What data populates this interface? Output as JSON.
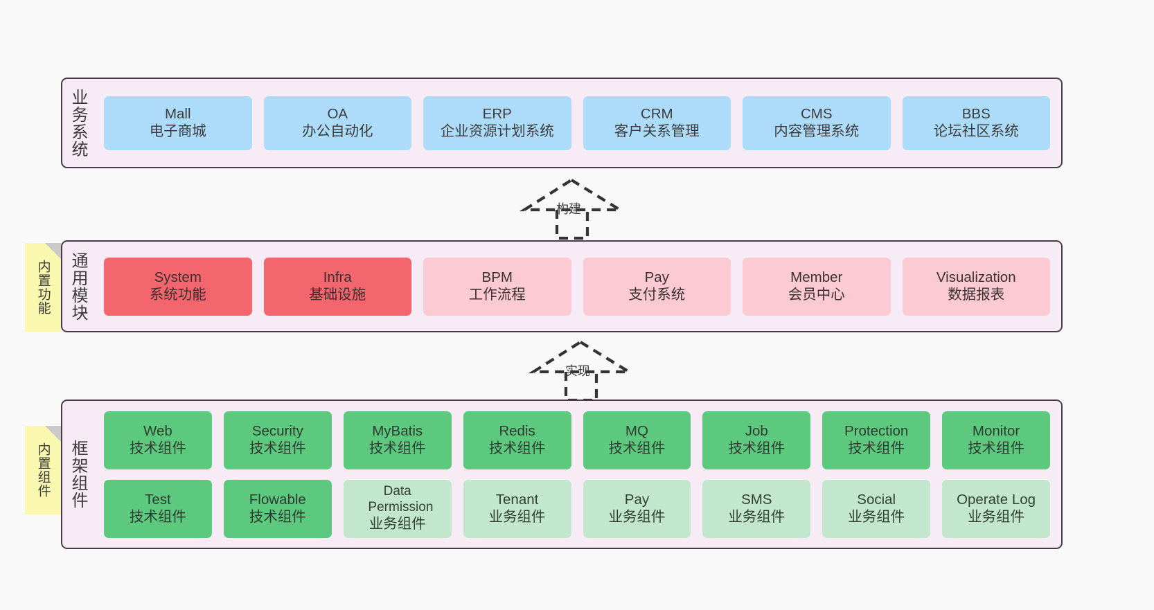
{
  "diagram": {
    "title_hidden": "",
    "colors": {
      "background": "#F9F9F9",
      "layer_fill": "#F7ECF6",
      "layer_border": "#4A3B46",
      "blue": "#ADDCFB",
      "red": "#F4666E",
      "pink": "#FBCAD3",
      "green": "#5CC97E",
      "green_light": "#C2E7CC",
      "note_yellow": "#FAF7AE",
      "note_fold": "#C9C9C9"
    }
  },
  "layers": [
    {
      "id": "business-systems",
      "label": "业务系统",
      "rows": [
        {
          "style": "blue",
          "nodes": [
            {
              "name": "Mall",
              "sub": "电子商城"
            },
            {
              "name": "OA",
              "sub": "办公自动化"
            },
            {
              "name": "ERP",
              "sub": "企业资源计划系统"
            },
            {
              "name": "CRM",
              "sub": "客户关系管理"
            },
            {
              "name": "CMS",
              "sub": "内容管理系统"
            },
            {
              "name": "BBS",
              "sub": "论坛社区系统"
            }
          ]
        }
      ]
    },
    {
      "id": "common-modules",
      "label": "通用模块",
      "rows": [
        {
          "style": "mixed",
          "nodes": [
            {
              "name": "System",
              "sub": "系统功能",
              "style": "red"
            },
            {
              "name": "Infra",
              "sub": "基础设施",
              "style": "red"
            },
            {
              "name": "BPM",
              "sub": "工作流程",
              "style": "pink"
            },
            {
              "name": "Pay",
              "sub": "支付系统",
              "style": "pink"
            },
            {
              "name": "Member",
              "sub": "会员中心",
              "style": "pink"
            },
            {
              "name": "Visualization",
              "sub": "数据报表",
              "style": "pink"
            }
          ]
        }
      ]
    },
    {
      "id": "framework-components",
      "label": "框架组件",
      "rows": [
        {
          "style": "green",
          "nodes": [
            {
              "name": "Web",
              "sub": "技术组件"
            },
            {
              "name": "Security",
              "sub": "技术组件"
            },
            {
              "name": "MyBatis",
              "sub": "技术组件"
            },
            {
              "name": "Redis",
              "sub": "技术组件"
            },
            {
              "name": "MQ",
              "sub": "技术组件"
            },
            {
              "name": "Job",
              "sub": "技术组件"
            },
            {
              "name": "Protection",
              "sub": "技术组件"
            },
            {
              "name": "Monitor",
              "sub": "技术组件"
            }
          ]
        },
        {
          "style": "mixed",
          "nodes": [
            {
              "name": "Test",
              "sub": "技术组件",
              "style": "green"
            },
            {
              "name": "Flowable",
              "sub": "技术组件",
              "style": "green"
            },
            {
              "name": "Data Permission",
              "sub": "业务组件",
              "style": "greenlight"
            },
            {
              "name": "Tenant",
              "sub": "业务组件",
              "style": "greenlight"
            },
            {
              "name": "Pay",
              "sub": "业务组件",
              "style": "greenlight"
            },
            {
              "name": "SMS",
              "sub": "业务组件",
              "style": "greenlight"
            },
            {
              "name": "Social",
              "sub": "业务组件",
              "style": "greenlight"
            },
            {
              "name": "Operate Log",
              "sub": "业务组件",
              "style": "greenlight"
            }
          ]
        }
      ]
    }
  ],
  "connectors": [
    {
      "id": "build",
      "label": "构建"
    },
    {
      "id": "implement",
      "label": "实现"
    }
  ],
  "notes": [
    {
      "id": "builtin-features",
      "label": "内置功能"
    },
    {
      "id": "builtin-components",
      "label": "内置组件"
    }
  ]
}
